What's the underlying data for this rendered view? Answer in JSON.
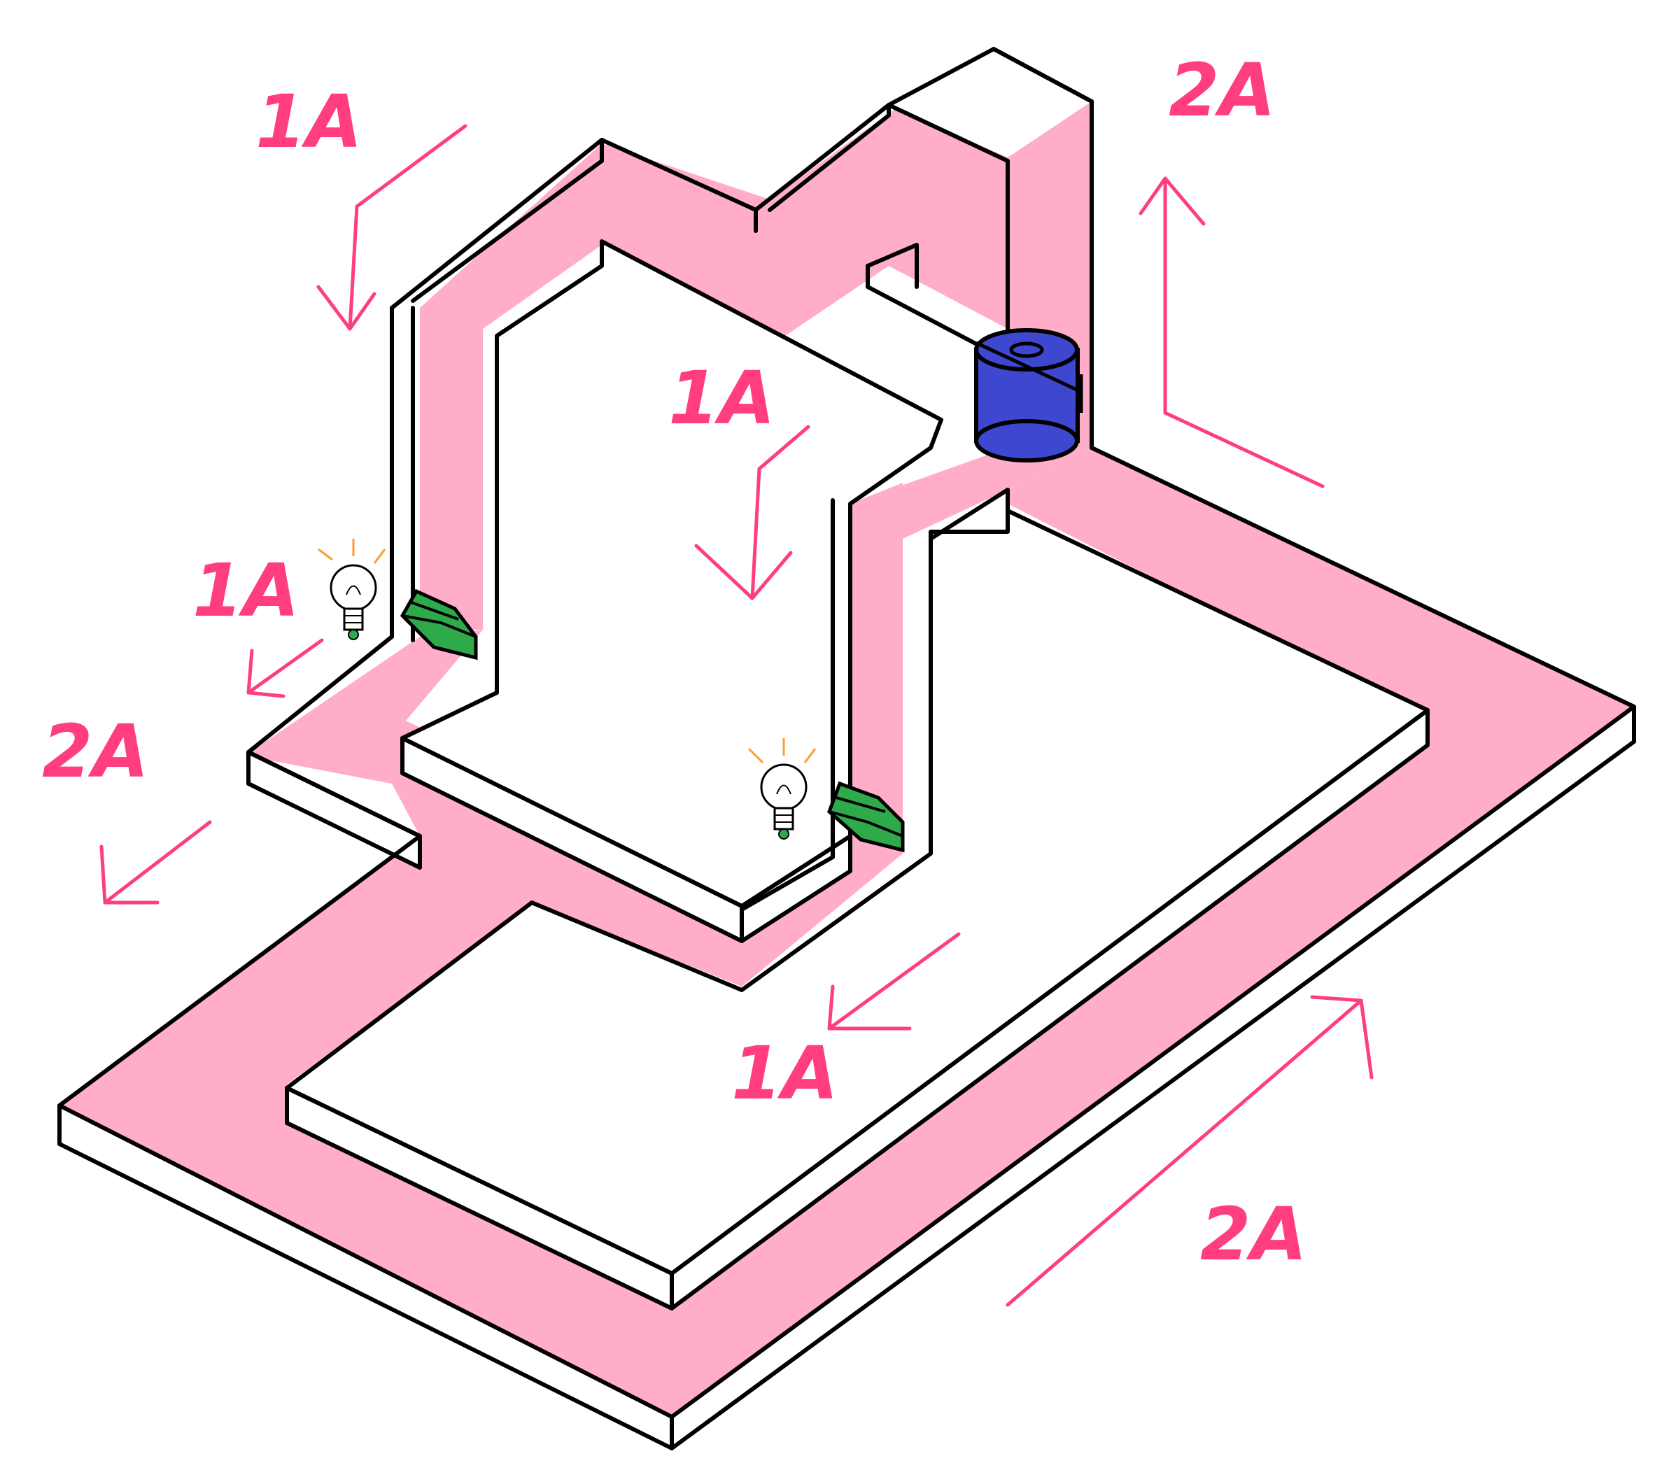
{
  "colors": {
    "path": "#ffadc9",
    "arrow": "#ff3d7f",
    "battery": "#3e47cf",
    "resistor": "#2faa4a",
    "bulb_ray": "#ff9a2e",
    "bulb_base": "#2faa4a"
  },
  "components": {
    "battery": "battery-icon",
    "resistors": [
      "resistor-icon",
      "resistor-icon"
    ],
    "bulbs": [
      "light-bulb-icon",
      "light-bulb-icon"
    ]
  },
  "labels": {
    "top_left": "1A",
    "center": "1A",
    "left_middle": "1A",
    "left_lower": "2A",
    "bottom_center": "1A",
    "top_right": "2A",
    "bottom_right": "2A"
  }
}
